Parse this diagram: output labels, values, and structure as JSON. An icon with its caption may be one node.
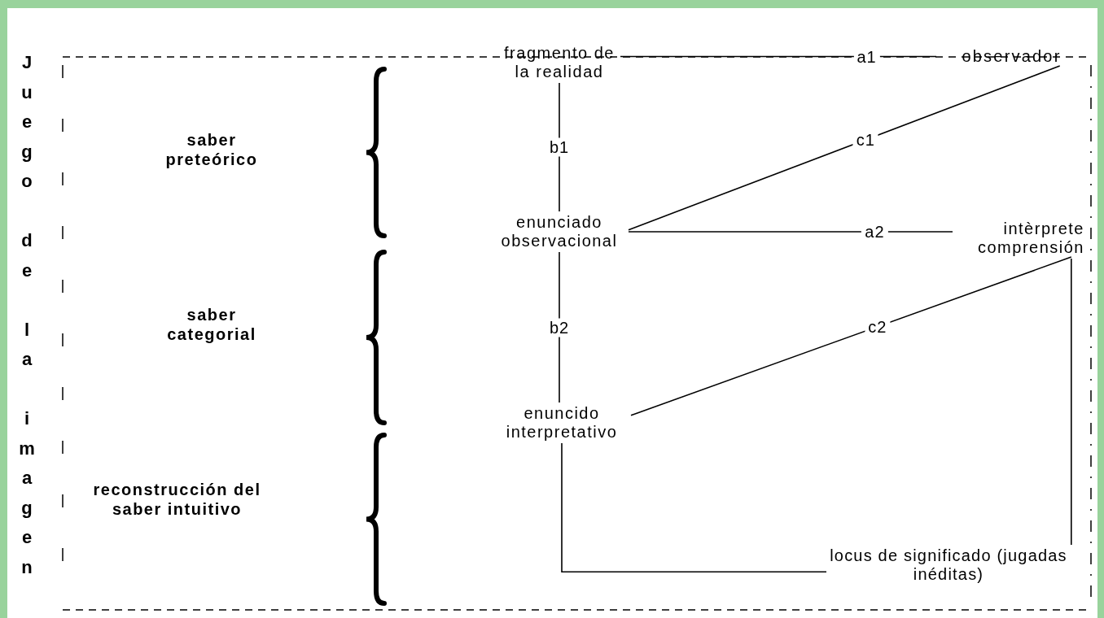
{
  "diagram": {
    "nodes": [
      {
        "text": [
          "Juego de la imagen"
        ]
      },
      {
        "text": [
          "fragmento de la realidad"
        ],
        "in": 0
      },
      {
        "text": [
          "observador"
        ],
        "in": 0
      },
      {
        "text": [
          "enunciado observacional"
        ],
        "in": 0
      },
      {
        "text": [
          "intèrprete comprensión"
        ],
        "in": 0
      },
      {
        "text": [
          "enuncido interpretativo"
        ],
        "in": 0
      },
      {
        "text": [
          "locus de significado (jugadas inéditas)"
        ],
        "in": 0
      }
    ],
    "edges": [
      {
        "from": 1,
        "to": 2,
        "arrow": "none",
        "label": "a1"
      },
      {
        "from": 1,
        "to": 3,
        "arrow": "none",
        "label": "b1"
      },
      {
        "from": 3,
        "to": 2,
        "arrow": "none",
        "label": "c1"
      },
      {
        "from": 3,
        "to": 4,
        "arrow": "none",
        "label": "a2"
      },
      {
        "from": 3,
        "to": 5,
        "arrow": "none",
        "label": "b2"
      },
      {
        "from": 5,
        "to": 4,
        "arrow": "none",
        "label": "c2"
      },
      {
        "from": 5,
        "to": 6,
        "arrow": "none"
      },
      {
        "from": 4,
        "to": 6,
        "arrow": "none"
      }
    ],
    "labels": [
      "saber preteórico",
      "saber categorial",
      "reconstrucción del saber intuitivo"
    ]
  }
}
